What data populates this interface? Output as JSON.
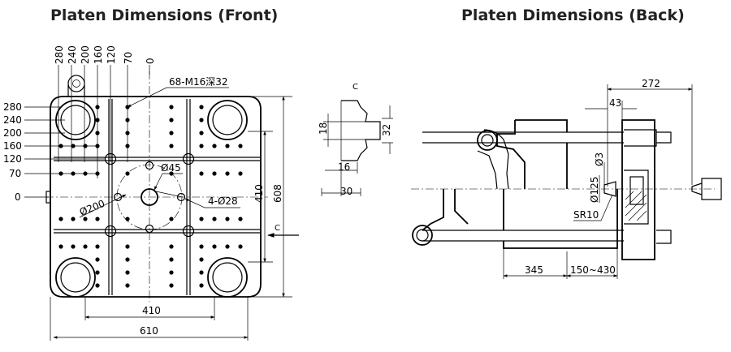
{
  "titles": {
    "front": "Platen Dimensions (Front)",
    "back": "Platen Dimensions (Back)"
  },
  "front": {
    "top_dims": [
      "280",
      "240",
      "200",
      "160",
      "120",
      "70",
      "0"
    ],
    "left_dims": [
      "280",
      "240",
      "200",
      "160",
      "120",
      "70",
      "0"
    ],
    "thread_note": "68-M16深32",
    "center_hole": "Ø45",
    "pitch_circle": "Ø200",
    "bolt_holes": "4-Ø28",
    "height_inner": "410",
    "height_outer": "608",
    "width_inner": "410",
    "width_outer": "610",
    "section_mark": "C"
  },
  "section": {
    "label": "C",
    "dim_18": "18",
    "dim_32": "32",
    "dim_16": "16",
    "dim_30": "30"
  },
  "back": {
    "dim_272": "272",
    "dim_43": "43",
    "dim_phi3": "Ø3",
    "dim_phi125": "Ø125",
    "sr10": "SR10",
    "dim_345": "345",
    "dim_stroke": "150~430"
  }
}
